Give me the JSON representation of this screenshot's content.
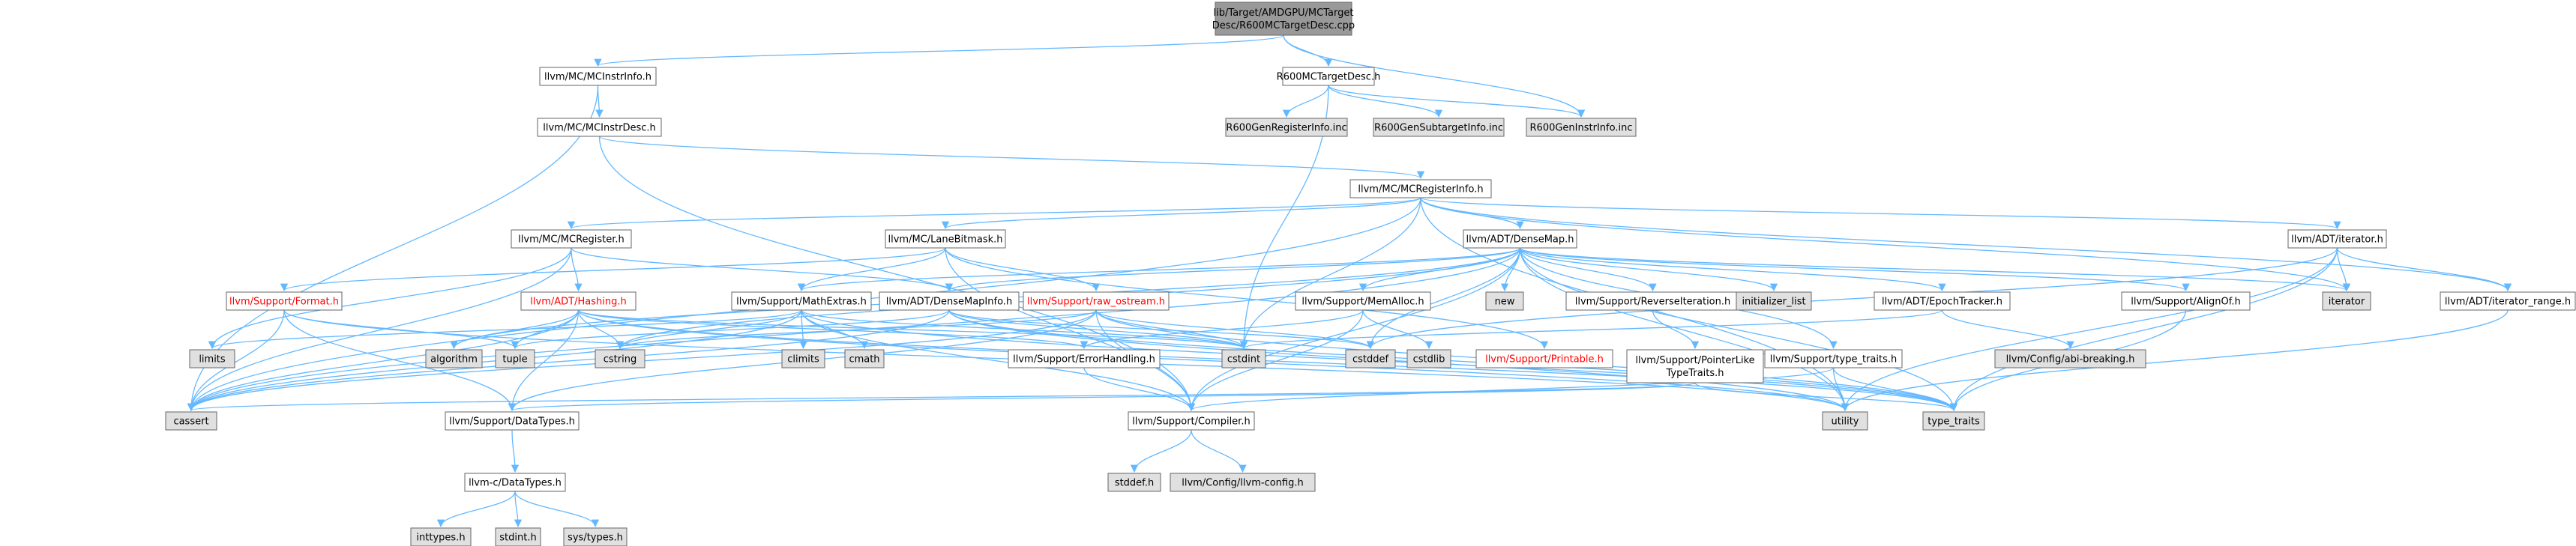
{
  "colors": {
    "root_fill": "#999999",
    "header_fill": "#ffffff",
    "header_border": "#666666",
    "header_text": "#000000",
    "system_fill": "#e0e0e0",
    "system_border": "#999999",
    "system_text": "#000000",
    "truncated_border": "#ff0000",
    "truncated_text": "#ff0000",
    "edge": "#63b8ff"
  },
  "nodes": [
    {
      "id": "root",
      "label": "lib/Target/AMDGPU/MCTarget\nDesc/R600MCTargetDesc.cpp",
      "kind": "root"
    },
    {
      "id": "mcinstrinfo",
      "label": "llvm/MC/MCInstrInfo.h",
      "kind": "header"
    },
    {
      "id": "r600mctd",
      "label": "R600MCTargetDesc.h",
      "kind": "header"
    },
    {
      "id": "mcinstrdesc",
      "label": "llvm/MC/MCInstrDesc.h",
      "kind": "header"
    },
    {
      "id": "r600reg",
      "label": "R600GenRegisterInfo.inc",
      "kind": "system"
    },
    {
      "id": "r600sub",
      "label": "R600GenSubtargetInfo.inc",
      "kind": "system"
    },
    {
      "id": "r600instr",
      "label": "R600GenInstrInfo.inc",
      "kind": "system"
    },
    {
      "id": "mcreginfo",
      "label": "llvm/MC/MCRegisterInfo.h",
      "kind": "header"
    },
    {
      "id": "mcregister",
      "label": "llvm/MC/MCRegister.h",
      "kind": "header"
    },
    {
      "id": "lanebitmask",
      "label": "llvm/MC/LaneBitmask.h",
      "kind": "header"
    },
    {
      "id": "densemap",
      "label": "llvm/ADT/DenseMap.h",
      "kind": "header"
    },
    {
      "id": "iteratorh",
      "label": "llvm/ADT/iterator.h",
      "kind": "header"
    },
    {
      "id": "format",
      "label": "llvm/Support/Format.h",
      "kind": "truncated"
    },
    {
      "id": "hashing",
      "label": "llvm/ADT/Hashing.h",
      "kind": "truncated"
    },
    {
      "id": "mathextras",
      "label": "llvm/Support/MathExtras.h",
      "kind": "header"
    },
    {
      "id": "densemapinfo",
      "label": "llvm/ADT/DenseMapInfo.h",
      "kind": "header"
    },
    {
      "id": "rawostream",
      "label": "llvm/Support/raw_ostream.h",
      "kind": "truncated"
    },
    {
      "id": "memalloc",
      "label": "llvm/Support/MemAlloc.h",
      "kind": "header"
    },
    {
      "id": "new",
      "label": "new",
      "kind": "system"
    },
    {
      "id": "reverseiter",
      "label": "llvm/Support/ReverseIteration.h",
      "kind": "header"
    },
    {
      "id": "initlist",
      "label": "initializer_list",
      "kind": "system"
    },
    {
      "id": "epochtracker",
      "label": "llvm/ADT/EpochTracker.h",
      "kind": "header"
    },
    {
      "id": "alignof",
      "label": "llvm/Support/AlignOf.h",
      "kind": "header"
    },
    {
      "id": "iterator",
      "label": "iterator",
      "kind": "system"
    },
    {
      "id": "iterrange",
      "label": "llvm/ADT/iterator_range.h",
      "kind": "header"
    },
    {
      "id": "limits",
      "label": "limits",
      "kind": "system"
    },
    {
      "id": "algorithm",
      "label": "algorithm",
      "kind": "system"
    },
    {
      "id": "tuple",
      "label": "tuple",
      "kind": "system"
    },
    {
      "id": "cstring",
      "label": "cstring",
      "kind": "system"
    },
    {
      "id": "climits",
      "label": "climits",
      "kind": "system"
    },
    {
      "id": "cmath",
      "label": "cmath",
      "kind": "system"
    },
    {
      "id": "errorhandling",
      "label": "llvm/Support/ErrorHandling.h",
      "kind": "header"
    },
    {
      "id": "cstdint",
      "label": "cstdint",
      "kind": "system"
    },
    {
      "id": "cstddef",
      "label": "cstddef",
      "kind": "system"
    },
    {
      "id": "cstdlib",
      "label": "cstdlib",
      "kind": "system"
    },
    {
      "id": "printable",
      "label": "llvm/Support/Printable.h",
      "kind": "truncated"
    },
    {
      "id": "pointerlike",
      "label": "llvm/Support/PointerLike\nTypeTraits.h",
      "kind": "header"
    },
    {
      "id": "typetraitsh",
      "label": "llvm/Support/type_traits.h",
      "kind": "header"
    },
    {
      "id": "abibreaking",
      "label": "llvm/Config/abi-breaking.h",
      "kind": "system"
    },
    {
      "id": "cassert",
      "label": "cassert",
      "kind": "system"
    },
    {
      "id": "datatypes",
      "label": "llvm/Support/DataTypes.h",
      "kind": "header"
    },
    {
      "id": "compiler",
      "label": "llvm/Support/Compiler.h",
      "kind": "header"
    },
    {
      "id": "utility",
      "label": "utility",
      "kind": "system"
    },
    {
      "id": "type_traits",
      "label": "type_traits",
      "kind": "system"
    },
    {
      "id": "cdatatypes",
      "label": "llvm-c/DataTypes.h",
      "kind": "header"
    },
    {
      "id": "stddef",
      "label": "stddef.h",
      "kind": "system"
    },
    {
      "id": "llvmconfig",
      "label": "llvm/Config/llvm-config.h",
      "kind": "system"
    },
    {
      "id": "inttypes",
      "label": "inttypes.h",
      "kind": "system"
    },
    {
      "id": "stdint",
      "label": "stdint.h",
      "kind": "system"
    },
    {
      "id": "systypes",
      "label": "sys/types.h",
      "kind": "system"
    }
  ],
  "edges": [
    [
      "root",
      "mcinstrinfo"
    ],
    [
      "root",
      "r600mctd"
    ],
    [
      "root",
      "r600instr"
    ],
    [
      "mcinstrinfo",
      "mcinstrdesc"
    ],
    [
      "mcinstrinfo",
      "cassert"
    ],
    [
      "r600mctd",
      "r600reg"
    ],
    [
      "r600mctd",
      "r600sub"
    ],
    [
      "r600mctd",
      "r600instr"
    ],
    [
      "r600mctd",
      "cstdint"
    ],
    [
      "mcinstrdesc",
      "mcreginfo"
    ],
    [
      "mcinstrdesc",
      "compiler"
    ],
    [
      "mcreginfo",
      "mcregister"
    ],
    [
      "mcreginfo",
      "lanebitmask"
    ],
    [
      "mcreginfo",
      "densemap"
    ],
    [
      "mcreginfo",
      "iteratorh"
    ],
    [
      "mcreginfo",
      "iterrange"
    ],
    [
      "mcreginfo",
      "cassert"
    ],
    [
      "mcreginfo",
      "cstdint"
    ],
    [
      "mcreginfo",
      "iterator"
    ],
    [
      "mcreginfo",
      "utility"
    ],
    [
      "mcregister",
      "hashing"
    ],
    [
      "mcregister",
      "densemapinfo"
    ],
    [
      "mcregister",
      "limits"
    ],
    [
      "mcregister",
      "cassert"
    ],
    [
      "lanebitmask",
      "format"
    ],
    [
      "lanebitmask",
      "mathextras"
    ],
    [
      "lanebitmask",
      "printable"
    ],
    [
      "lanebitmask",
      "rawostream"
    ],
    [
      "lanebitmask",
      "compiler"
    ],
    [
      "densemap",
      "densemapinfo"
    ],
    [
      "densemap",
      "epochtracker"
    ],
    [
      "densemap",
      "alignof"
    ],
    [
      "densemap",
      "compiler"
    ],
    [
      "densemap",
      "mathextras"
    ],
    [
      "densemap",
      "memalloc"
    ],
    [
      "densemap",
      "reverseiter"
    ],
    [
      "densemap",
      "typetraitsh"
    ],
    [
      "densemap",
      "algorithm"
    ],
    [
      "densemap",
      "cassert"
    ],
    [
      "densemap",
      "cstddef"
    ],
    [
      "densemap",
      "cstring"
    ],
    [
      "densemap",
      "initlist"
    ],
    [
      "densemap",
      "iterator"
    ],
    [
      "densemap",
      "new"
    ],
    [
      "densemap",
      "type_traits"
    ],
    [
      "densemap",
      "utility"
    ],
    [
      "iteratorh",
      "iterrange"
    ],
    [
      "iteratorh",
      "cstddef"
    ],
    [
      "iteratorh",
      "iterator"
    ],
    [
      "iteratorh",
      "type_traits"
    ],
    [
      "iteratorh",
      "utility"
    ],
    [
      "iterrange",
      "utility"
    ],
    [
      "format",
      "datatypes"
    ],
    [
      "format",
      "cassert"
    ],
    [
      "format",
      "tuple"
    ],
    [
      "format",
      "utility"
    ],
    [
      "hashing",
      "errorhandling"
    ],
    [
      "hashing",
      "datatypes"
    ],
    [
      "hashing",
      "type_traits"
    ],
    [
      "hashing",
      "algorithm"
    ],
    [
      "hashing",
      "cassert"
    ],
    [
      "hashing",
      "cstring"
    ],
    [
      "hashing",
      "tuple"
    ],
    [
      "hashing",
      "utility"
    ],
    [
      "hashing",
      "cstdint"
    ],
    [
      "mathextras",
      "compiler"
    ],
    [
      "mathextras",
      "cassert"
    ],
    [
      "mathextras",
      "climits"
    ],
    [
      "mathextras",
      "cmath"
    ],
    [
      "mathextras",
      "cstdint"
    ],
    [
      "mathextras",
      "cstring"
    ],
    [
      "mathextras",
      "limits"
    ],
    [
      "mathextras",
      "type_traits"
    ],
    [
      "densemapinfo",
      "cassert"
    ],
    [
      "densemapinfo",
      "cstddef"
    ],
    [
      "densemapinfo",
      "cstdint"
    ],
    [
      "densemapinfo",
      "tuple"
    ],
    [
      "densemapinfo",
      "type_traits"
    ],
    [
      "densemapinfo",
      "utility"
    ],
    [
      "rawostream",
      "compiler"
    ],
    [
      "rawostream",
      "datatypes"
    ],
    [
      "rawostream",
      "cassert"
    ],
    [
      "rawostream",
      "cstddef"
    ],
    [
      "rawostream",
      "cstdint"
    ],
    [
      "rawostream",
      "cstring"
    ],
    [
      "rawostream",
      "type_traits"
    ],
    [
      "memalloc",
      "compiler"
    ],
    [
      "memalloc",
      "errorhandling"
    ],
    [
      "memalloc",
      "cstdlib"
    ],
    [
      "reverseiter",
      "pointerlike"
    ],
    [
      "epochtracker",
      "abibreaking"
    ],
    [
      "epochtracker",
      "cstdint"
    ],
    [
      "alignof",
      "type_traits"
    ],
    [
      "errorhandling",
      "compiler"
    ],
    [
      "pointerlike",
      "datatypes"
    ],
    [
      "pointerlike",
      "cassert"
    ],
    [
      "pointerlike",
      "type_traits"
    ],
    [
      "typetraitsh",
      "compiler"
    ],
    [
      "typetraitsh",
      "type_traits"
    ],
    [
      "typetraitsh",
      "utility"
    ],
    [
      "datatypes",
      "cdatatypes"
    ],
    [
      "compiler",
      "stddef"
    ],
    [
      "compiler",
      "llvmconfig"
    ],
    [
      "cdatatypes",
      "inttypes"
    ],
    [
      "cdatatypes",
      "stdint"
    ],
    [
      "cdatatypes",
      "systypes"
    ]
  ]
}
